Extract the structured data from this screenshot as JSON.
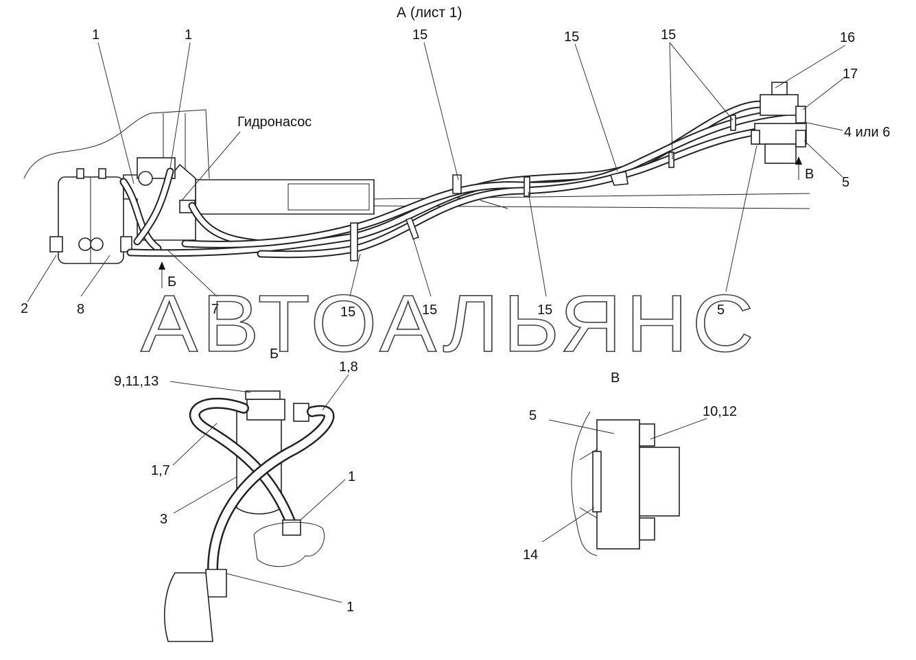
{
  "diagram": {
    "view_a_title": "А (лист 1)",
    "view_b_title": "Б",
    "view_v_title": "В",
    "pump_label": "Гидронасос",
    "watermark": "АВТОАЛЬЯНС",
    "arrow_b": "Б",
    "arrow_v": "В",
    "callouts_view_a": {
      "c1a": "1",
      "c1b": "1",
      "c15a": "15",
      "c15b": "15",
      "c15c": "15",
      "c16": "16",
      "c17": "17",
      "c4or6": "4 или 6",
      "c5a": "5",
      "c2": "2",
      "c8": "8",
      "c7": "7",
      "c15d": "15",
      "c15e": "15",
      "c15f": "15",
      "c5b": "5"
    },
    "callouts_view_b": {
      "c9_11_13": "9,11,13",
      "c1_8": "1,8",
      "c1_7": "1,7",
      "c3": "3",
      "c1a": "1",
      "c1b": "1"
    },
    "callouts_view_v": {
      "c5": "5",
      "c10_12": "10,12",
      "c14": "14"
    }
  }
}
